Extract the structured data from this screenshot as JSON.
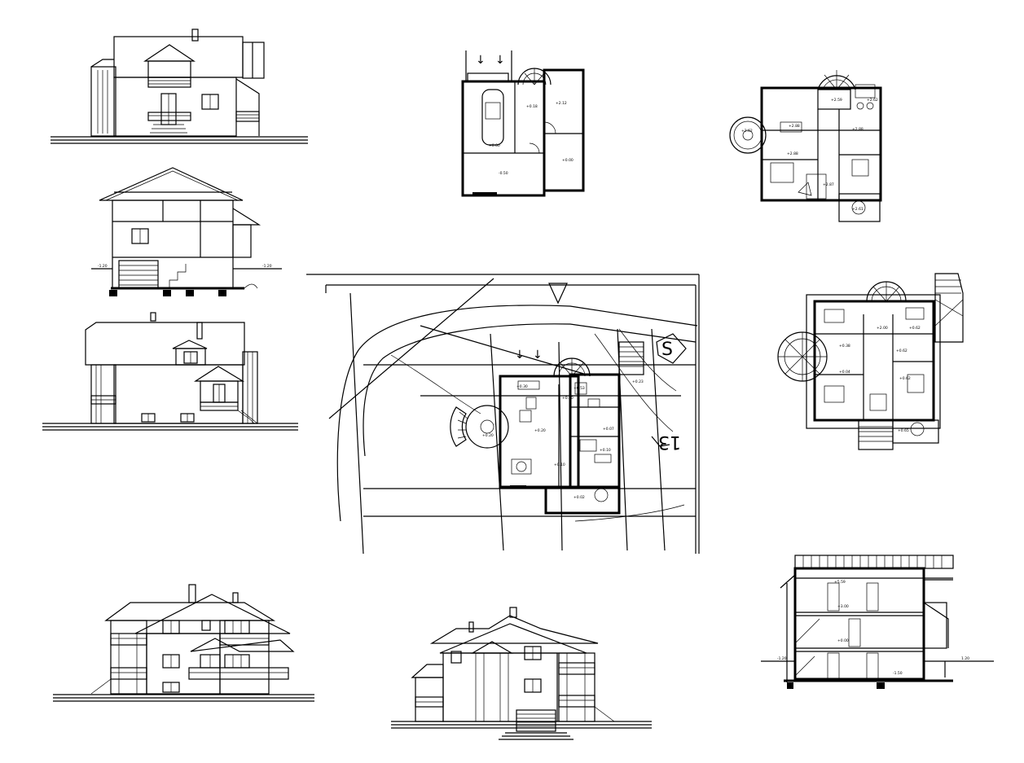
{
  "drawing": {
    "colors": {
      "line": "#000000",
      "paper": "#ffffff"
    },
    "north_symbol": "S",
    "lot_number": "13",
    "flow_arrows": [
      "↓",
      "↓"
    ],
    "level_tags": {
      "elev_left": "-1.20",
      "elev_right": "-1.20",
      "sec_left": "-1.20",
      "sec_right": "1.20",
      "sec_top": "+5.59",
      "sec_mid": "+3.00",
      "sec_low": "+0.00",
      "sec_base": "-1.50"
    }
  }
}
